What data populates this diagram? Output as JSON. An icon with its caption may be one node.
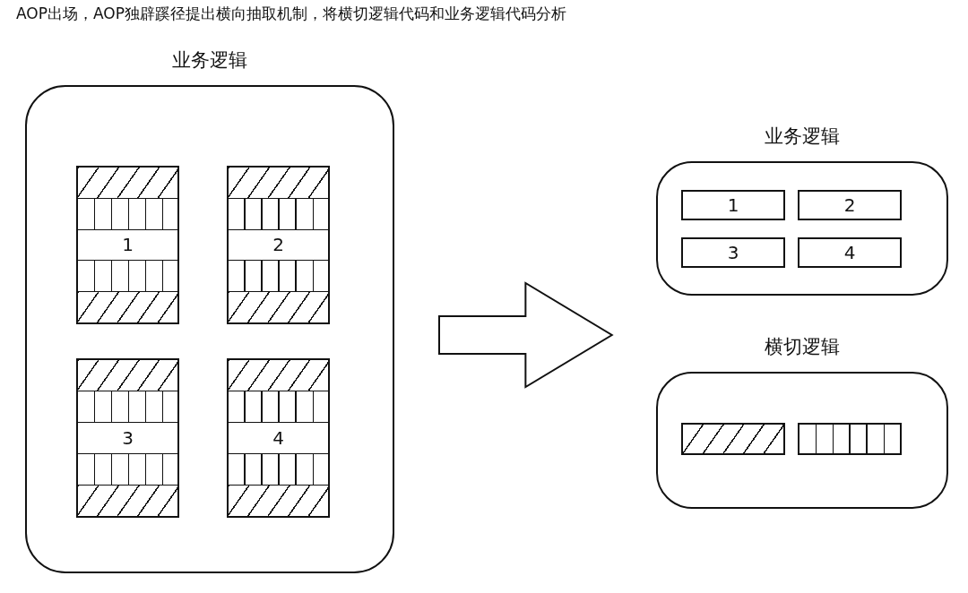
{
  "diagram": {
    "title": "AOP出场，AOP独辟蹊径提出横向抽取机制，将横切逻辑代码和业务逻辑代码分析",
    "nodes": [
      {
        "text": [
          "业务逻辑"
        ]
      },
      {
        "text": [
          "1"
        ],
        "in": 0
      },
      {
        "text": [
          "2"
        ],
        "in": 0
      },
      {
        "text": [
          "3"
        ],
        "in": 0
      },
      {
        "text": [
          "4"
        ],
        "in": 0
      },
      {
        "text": [
          "业务逻辑"
        ]
      },
      {
        "text": [
          "1"
        ],
        "in": 5
      },
      {
        "text": [
          "2"
        ],
        "in": 5
      },
      {
        "text": [
          "3"
        ],
        "in": 5
      },
      {
        "text": [
          "4"
        ],
        "in": 5
      },
      {
        "text": [
          "横切逻辑"
        ]
      },
      {
        "text": [],
        "shape": "box",
        "in": 10
      },
      {
        "text": [],
        "shape": "box",
        "in": 10
      }
    ],
    "edges": [
      {
        "from": 0,
        "to": 5,
        "arrow": "to"
      },
      {
        "from": 0,
        "to": 10,
        "arrow": "to"
      }
    ]
  }
}
